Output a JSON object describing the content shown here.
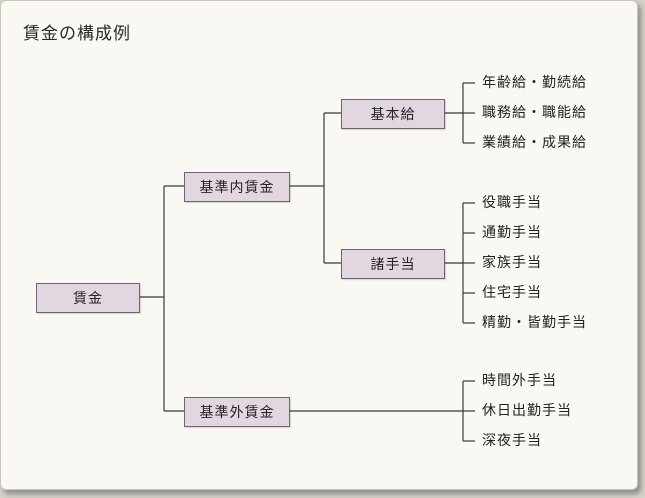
{
  "title": "賃金の構成例",
  "tree": {
    "root": "賃金",
    "inner": {
      "label": "基準内賃金",
      "base": {
        "label": "基本給",
        "items": [
          "年齢給・勤続給",
          "職務給・職能給",
          "業績給・成果給"
        ]
      },
      "allowances": {
        "label": "諸手当",
        "items": [
          "役職手当",
          "通勤手当",
          "家族手当",
          "住宅手当",
          "精勤・皆勤手当"
        ]
      }
    },
    "outer": {
      "label": "基準外賃金",
      "items": [
        "時間外手当",
        "休日出勤手当",
        "深夜手当"
      ]
    }
  },
  "colors": {
    "box_fill": "#e2d6e0",
    "box_border": "#6d6470",
    "page_bg": "#faf8f3"
  }
}
